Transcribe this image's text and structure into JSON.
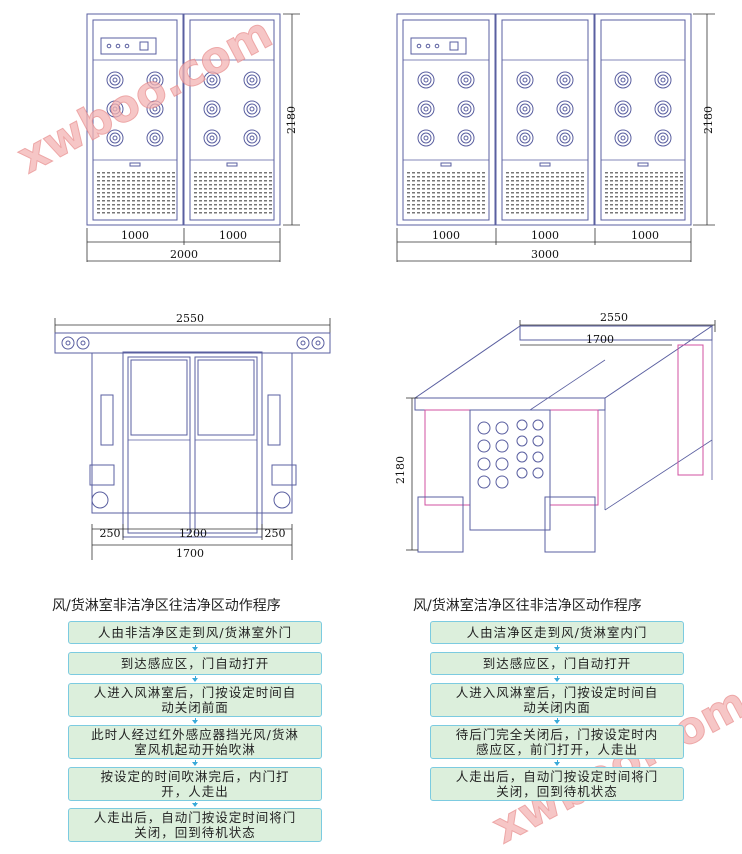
{
  "watermark": "xwboo.com",
  "drawings": {
    "top_left": {
      "widths": [
        "1000",
        "1000"
      ],
      "total": "2000",
      "height": "2180"
    },
    "top_right": {
      "widths": [
        "1000",
        "1000",
        "1000"
      ],
      "total": "3000",
      "height": "2180"
    },
    "bottom_left": {
      "top_width": "2550",
      "side_left": "250",
      "door": "1200",
      "side_right": "250",
      "total": "1700"
    },
    "bottom_right": {
      "top_width": "2550",
      "depth": "1700",
      "height": "2180"
    }
  },
  "flow_left": {
    "title": "风/货淋室非洁净区往洁净区动作程序",
    "steps": [
      "人由非洁净区走到风/货淋室外门",
      "到达感应区，门自动打开",
      "人进入风淋室后，门按设定时间自动关闭前面",
      "此时人经过红外感应器挡光风/货淋室风机起动开始吹淋",
      "按设定的时间吹淋完后，内门打开，人走出",
      "人走出后，自动门按设定时间将门关闭，回到待机状态"
    ]
  },
  "flow_right": {
    "title": "风/货淋室洁净区往非洁净区动作程序",
    "steps": [
      "人由洁净区走到风/货淋室内门",
      "到达感应区，门自动打开",
      "人进入风淋室后，门按设定时间自动关闭内面",
      "待后门完全关闭后，门按设定时内感应区，前门打开，人走出",
      "人走出后，自动门按设定时间将门关闭，回到待机状态"
    ]
  }
}
